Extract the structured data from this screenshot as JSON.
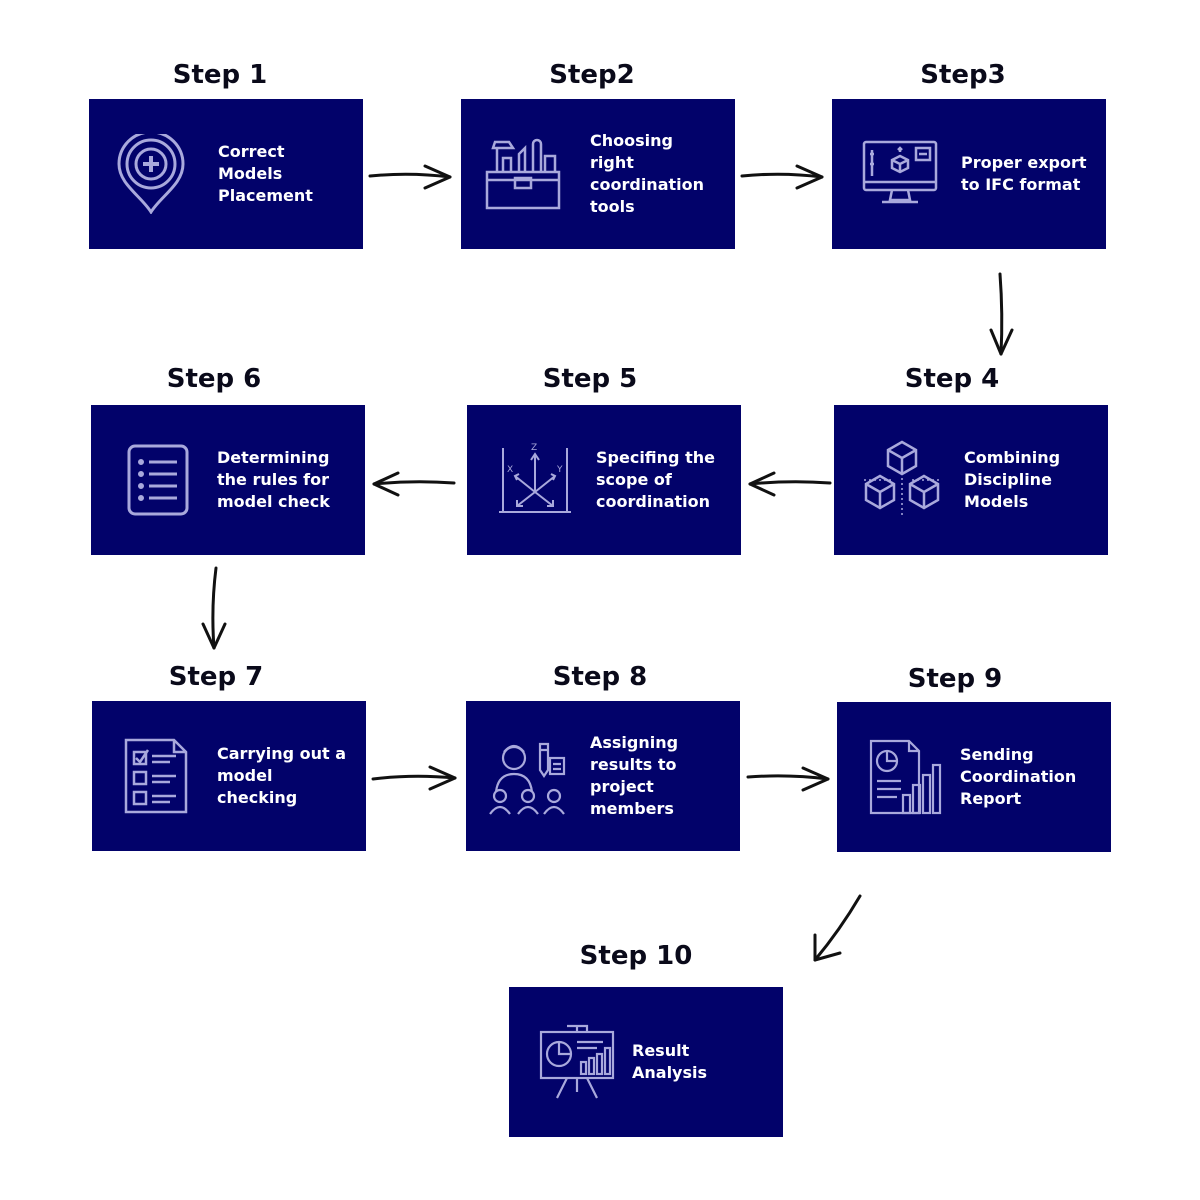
{
  "steps": [
    {
      "title": "Step 1",
      "label": "Correct\nModels\nPlacement",
      "icon": "location-pin-plus-icon"
    },
    {
      "title": "Step2",
      "label": "Choosing\nright\ncoordination\ntools",
      "icon": "toolbox-icon"
    },
    {
      "title": "Step3",
      "label": "Proper export\nto IFC format",
      "icon": "monitor-3d-model-icon"
    },
    {
      "title": "Step 4",
      "label": "Combining\nDiscipline\nModels",
      "icon": "cubes-icon"
    },
    {
      "title": "Step 5",
      "label": "Specifing the\nscope of\ncoordination",
      "icon": "xyz-axes-icon"
    },
    {
      "title": "Step 6",
      "label": "Determining\nthe rules for\nmodel check",
      "icon": "list-document-icon"
    },
    {
      "title": "Step 7",
      "label": "Carrying out a\nmodel\nchecking",
      "icon": "checklist-icon"
    },
    {
      "title": "Step 8",
      "label": "Assigning\nresults to\nproject\nmembers",
      "icon": "team-meeting-icon"
    },
    {
      "title": "Step 9",
      "label": "Sending\nCoordination\nReport",
      "icon": "report-chart-icon"
    },
    {
      "title": "Step 10",
      "label": "Result\nAnalysis",
      "icon": "presentation-board-icon"
    }
  ],
  "colors": {
    "card": "#02026a",
    "icon_stroke": "#a9a9dc",
    "title": "#0a0a1a",
    "arrow": "#111111"
  }
}
